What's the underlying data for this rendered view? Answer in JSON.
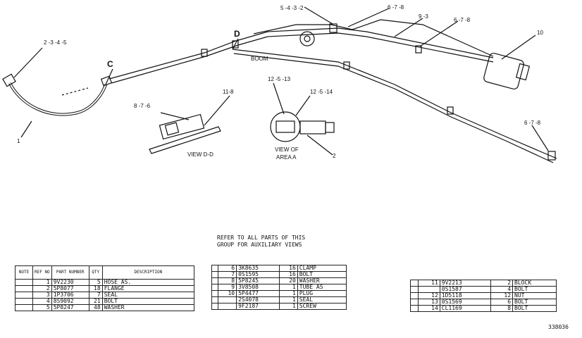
{
  "diagram_labels": {
    "l_2345": "2 -3 -4 -5",
    "l_c": "C",
    "l_1": "1",
    "l_d": "D",
    "l_5432": "5 -4 -3 -2",
    "l_678a": "6 -7 -8",
    "l_93": "9 -3",
    "l_678b": "6 -7 -8",
    "l_10": "10",
    "l_boom": "BOOM",
    "l_118": "11-8",
    "l_876": "8 -7 -6",
    "l_viewdd": "VIEW D-D",
    "l_12513": "12 -5 -13",
    "l_12514": "12 -5 -14",
    "l_viewc1": "VIEW OF",
    "l_viewc2": "AREA A",
    "l_2": "2",
    "l_678c": "6 -7 -8"
  },
  "note": {
    "line1": "REFER TO ALL PARTS OF THIS",
    "line2": "GROUP FOR AUXILIARY VIEWS"
  },
  "table_header": {
    "note": "NOTE",
    "ref": "REF NO",
    "part": "PART NUMBER",
    "qty": "QTY",
    "desc": "DESCRIPTION"
  },
  "table1": [
    {
      "ref": "1",
      "part": "9V2230",
      "qty": "5",
      "desc": "HOSE AS."
    },
    {
      "ref": "2",
      "part": "5P8077",
      "qty": "18",
      "desc": "FLANGE"
    },
    {
      "ref": "3",
      "part": "1P3706",
      "qty": "7",
      "desc": "SEAL"
    },
    {
      "ref": "4",
      "part": "8S9092",
      "qty": "21",
      "desc": "BOLT"
    },
    {
      "ref": "5",
      "part": "5P8247",
      "qty": "48",
      "desc": "WASHER"
    }
  ],
  "table2": [
    {
      "ref": "6",
      "part": "3K8635",
      "qty": "16",
      "desc": "CLAMP"
    },
    {
      "ref": "7",
      "part": "0S1595",
      "qty": "16",
      "desc": "BOLT"
    },
    {
      "ref": "8",
      "part": "5P8245",
      "qty": "20",
      "desc": "WASHER"
    },
    {
      "ref": "9",
      "part": "3V8508",
      "qty": "1",
      "desc": "TUBE AS"
    },
    {
      "ref": "10",
      "part": "5P4477",
      "qty": "1",
      "desc": "PLUG"
    },
    {
      "ref": "",
      "part": "2S4078",
      "qty": "1",
      "desc": "SEAL"
    },
    {
      "ref": "",
      "part": "9F2187",
      "qty": "1",
      "desc": "SCREW"
    }
  ],
  "table3": [
    {
      "ref": "11",
      "part": "9V2213",
      "qty": "2",
      "desc": "BLOCK"
    },
    {
      "ref": "",
      "part": "0S1587",
      "qty": "4",
      "desc": "BOLT"
    },
    {
      "ref": "12",
      "part": "1D5118",
      "qty": "12",
      "desc": "NUT"
    },
    {
      "ref": "13",
      "part": "0S1569",
      "qty": "6",
      "desc": "BOLT"
    },
    {
      "ref": "14",
      "part": "CL1169",
      "qty": "8",
      "desc": "BOLT"
    }
  ],
  "doc_number": "338036"
}
